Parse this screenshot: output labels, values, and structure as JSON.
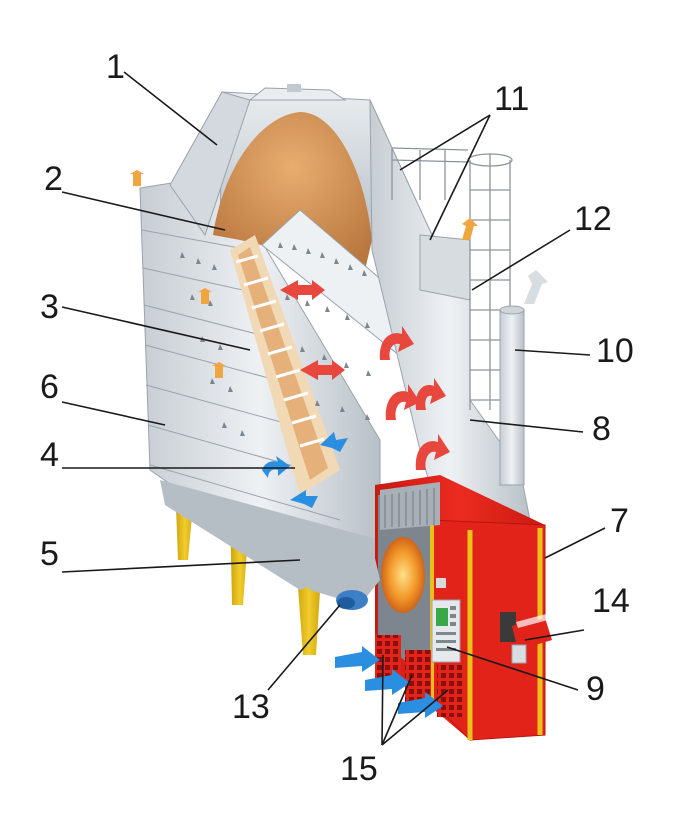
{
  "callouts": [
    {
      "id": "1",
      "label": "1"
    },
    {
      "id": "2",
      "label": "2"
    },
    {
      "id": "3",
      "label": "3"
    },
    {
      "id": "4",
      "label": "4"
    },
    {
      "id": "5",
      "label": "5"
    },
    {
      "id": "6",
      "label": "6"
    },
    {
      "id": "7",
      "label": "7"
    },
    {
      "id": "8",
      "label": "8"
    },
    {
      "id": "9",
      "label": "9"
    },
    {
      "id": "10",
      "label": "10"
    },
    {
      "id": "11",
      "label": "11"
    },
    {
      "id": "12",
      "label": "12"
    },
    {
      "id": "13",
      "label": "13"
    },
    {
      "id": "14",
      "label": "14"
    },
    {
      "id": "15",
      "label": "15"
    }
  ],
  "colors": {
    "steel": "#d8dde2",
    "steel_dark": "#a9b1b8",
    "grain": "#d49a5e",
    "furnace_red": "#e2231a",
    "legs_yellow": "#e8c21a",
    "hot_air": "#e8473d",
    "cold_air": "#2a8fe0",
    "exhaust": "#f0a640"
  }
}
